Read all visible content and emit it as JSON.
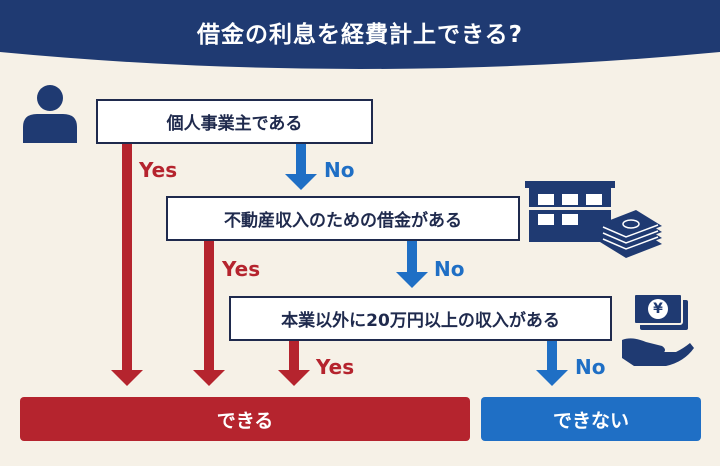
{
  "title": "借金の利息を経費計上できる?",
  "questions": [
    {
      "text": "個人事業主である"
    },
    {
      "text": "不動産収入のための借金がある"
    },
    {
      "text": "本業以外に20万円以上の収入がある"
    }
  ],
  "labels": {
    "yes": "Yes",
    "no": "No"
  },
  "results": {
    "can": "できる",
    "cannot": "できない"
  },
  "icons": {
    "person": "person-icon",
    "building": "apartment-building-icon",
    "cash": "cash-stack-icon",
    "income": "hand-receiving-money-icon",
    "yen_symbol": "¥"
  },
  "colors": {
    "navy": "#1f3a72",
    "red": "#b5242e",
    "blue": "#1f6fc5",
    "background": "#f6f1e7"
  }
}
